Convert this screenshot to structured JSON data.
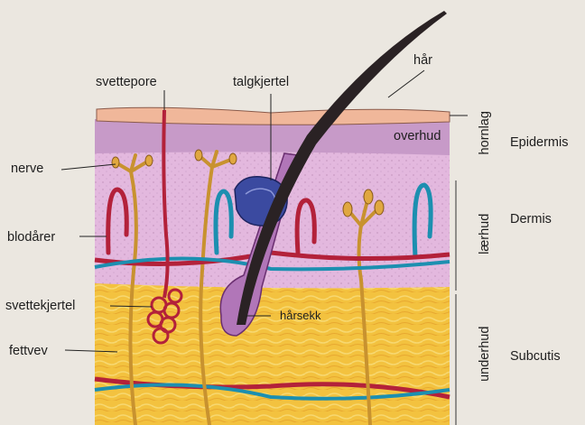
{
  "diagram": {
    "labels": {
      "svettepore": "svettepore",
      "talgkjertel": "talgkjertel",
      "har": "hår",
      "nerve": "nerve",
      "overhud": "overhud",
      "blodarer": "blodårer",
      "svettekjertel": "svettekjertel",
      "harsekk": "hårsekk",
      "fettvev": "fettvev",
      "hornlag": "hornlag",
      "laerhud": "lærhud",
      "underhud": "underhud",
      "epidermis": "Epidermis",
      "dermis": "Dermis",
      "subcutis": "Subcutis"
    },
    "colors": {
      "background": "#ebe7e0",
      "horn_layer": "#f0b79a",
      "epidermis": "#c79ac8",
      "dermis": "#e3b8de",
      "subcutis": "#f3c23f",
      "artery": "#b3213a",
      "vein": "#1c8fb0",
      "nerve": "#c8922f",
      "hair": "#2a2224",
      "sebaceous_gland": "#3b4aa0"
    }
  }
}
